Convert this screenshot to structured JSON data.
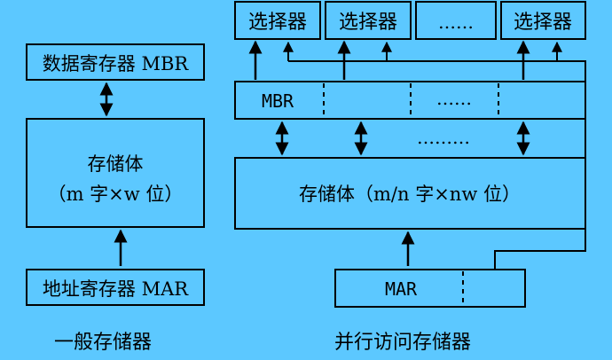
{
  "left": {
    "mbr_label": "数据寄存器 MBR",
    "memory_line1": "存储体",
    "memory_line2": "（m 字×w 位）",
    "mar_label": "地址寄存器 MAR",
    "caption": "一般存储器"
  },
  "right": {
    "selectors": [
      "选择器",
      "选择器",
      "……",
      "选择器"
    ],
    "mbr_label": "MBR",
    "mbr_ellipsis": "……",
    "middle_ellipsis": "………",
    "memory_label": "存储体（m/n 字×nw 位）",
    "mar_label": "MAR",
    "caption": "并行访问存储器"
  },
  "colors": {
    "background": "#5cc8ff",
    "box_fill": "#5cc8ff",
    "stroke": "#000000"
  }
}
